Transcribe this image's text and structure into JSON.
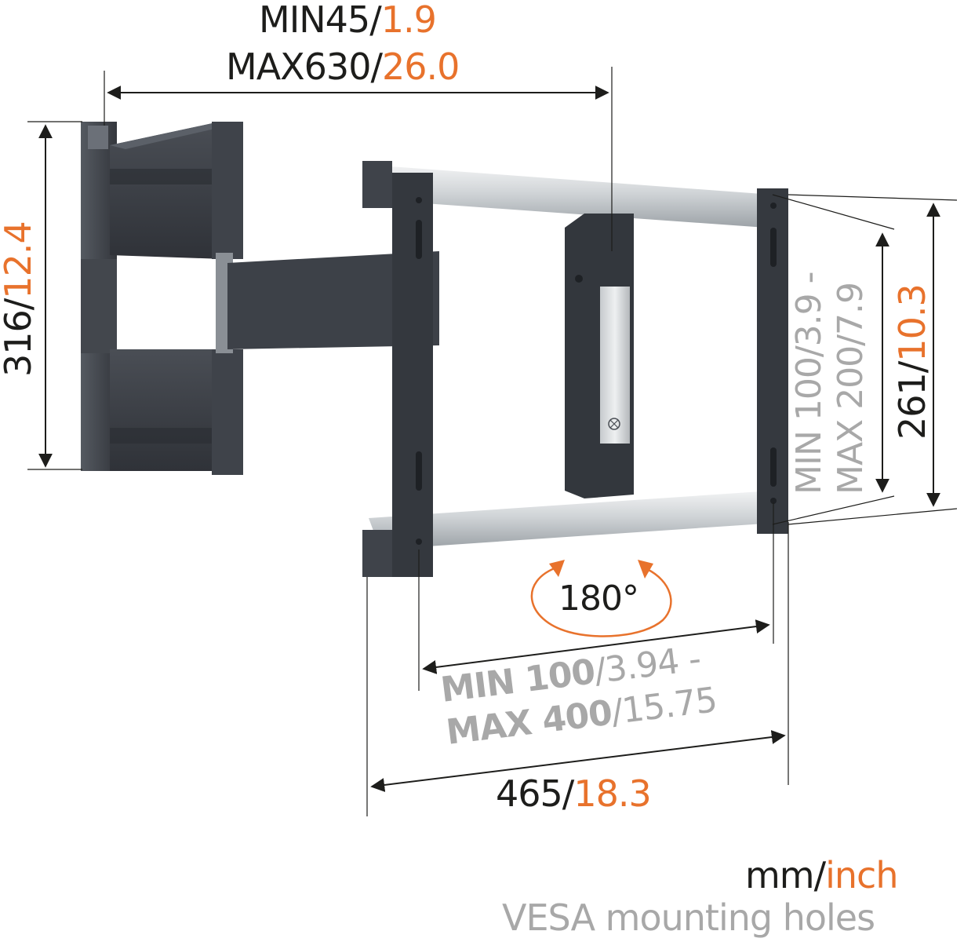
{
  "colors": {
    "text_dark": "#1d1d1b",
    "accent_orange": "#e8722c",
    "text_grey": "#a8a8a8",
    "bracket_dark": "#3b3f45",
    "rail_silver": "#d9dde0"
  },
  "dimensions": {
    "arm_reach": {
      "min_mm": "MIN45/",
      "min_inch": "1.9",
      "max_mm": "MAX630/",
      "max_inch": "26.0"
    },
    "wall_plate_height": {
      "mm": "316/",
      "inch": "12.4"
    },
    "vesa_vertical": {
      "line1": "MIN 100/3.9 -",
      "line2": "MAX 200/7.9"
    },
    "interface_height": {
      "mm": "261/",
      "inch": "10.3"
    },
    "rotation": {
      "label": "180°"
    },
    "vesa_horizontal": {
      "line1_bold": "MIN 100",
      "line1_rest": "/3.94 -",
      "line2_bold": "MAX 400",
      "line2_rest": "/15.75"
    },
    "interface_width": {
      "mm": "465/",
      "inch": "18.3"
    }
  },
  "legend": {
    "unit_mm": "mm/",
    "unit_inch": "inch",
    "vesa_note": "VESA mounting holes"
  },
  "icons": {
    "rotation": "rotate-arrows-icon",
    "logo": "brand-logo-icon"
  }
}
